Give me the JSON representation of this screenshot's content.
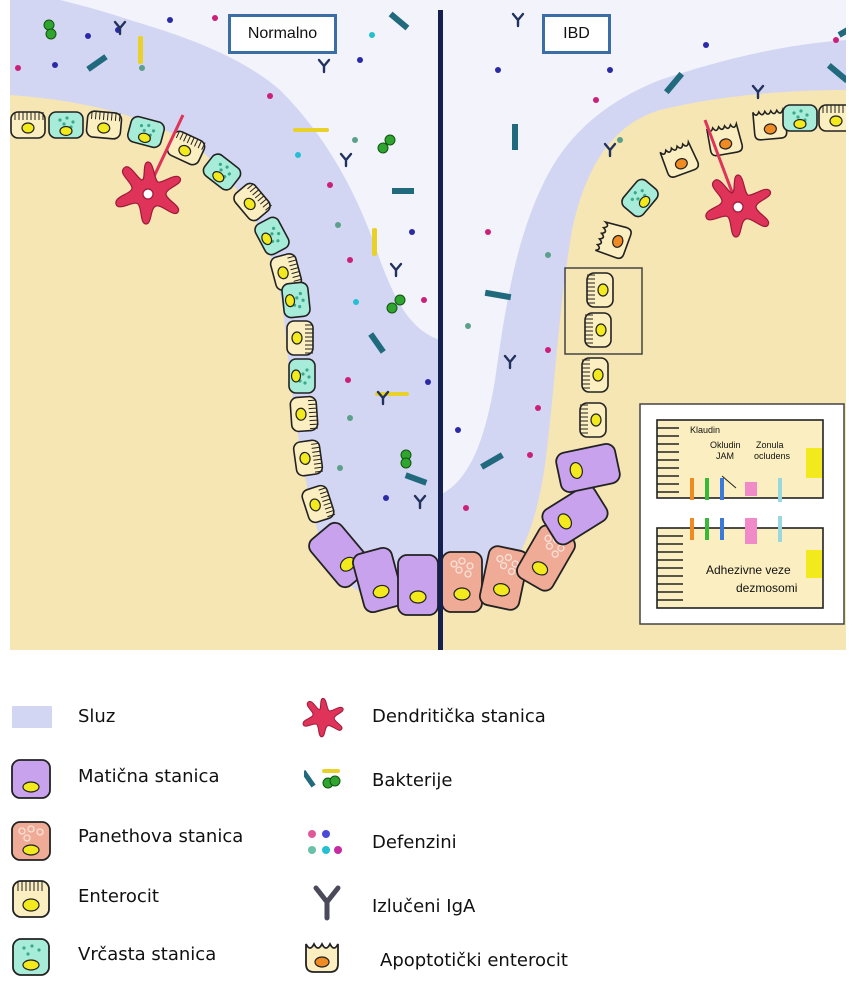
{
  "panels": {
    "left_title": "Normalno",
    "right_title": "IBD"
  },
  "inset": {
    "labels": {
      "claudin": "Klaudin",
      "occludin": "Okludin",
      "jam": "JAM",
      "zonula": "Zonula",
      "occludens": "ocludens",
      "adherens": "Adhezivne veze",
      "desmosomes": "dezmosomi"
    }
  },
  "legend": {
    "mucus": "Sluz",
    "stem_cell": "Matična stanica",
    "paneth_cell": "Panethova stanica",
    "enterocyte": "Enterocit",
    "goblet_cell": "Vrčasta stanica",
    "dendritic_cell": "Dendritička  stanica",
    "bacteria": "Bakterije",
    "defensins": "Defenzini",
    "iga": "Izlučeni IgA",
    "apoptotic": "Apoptotički enterocit"
  },
  "colors": {
    "tissue": "#f5e6b3",
    "mucus": "#d3d6f2",
    "lumen": "#f3f3fb",
    "stem": "#c8a2ec",
    "paneth": "#f0ab97",
    "enterocyte": "#fbeec0",
    "goblet": "#a6ecd8",
    "nucleus": "#f2ea1c",
    "nucleus_apoptotic": "#f08a22",
    "dendritic": "#e0335a",
    "divider": "#14214e",
    "bacteria_rod": "#216a7e",
    "bacteria_cocci": "#2fa42f",
    "iga": "#22325e"
  }
}
